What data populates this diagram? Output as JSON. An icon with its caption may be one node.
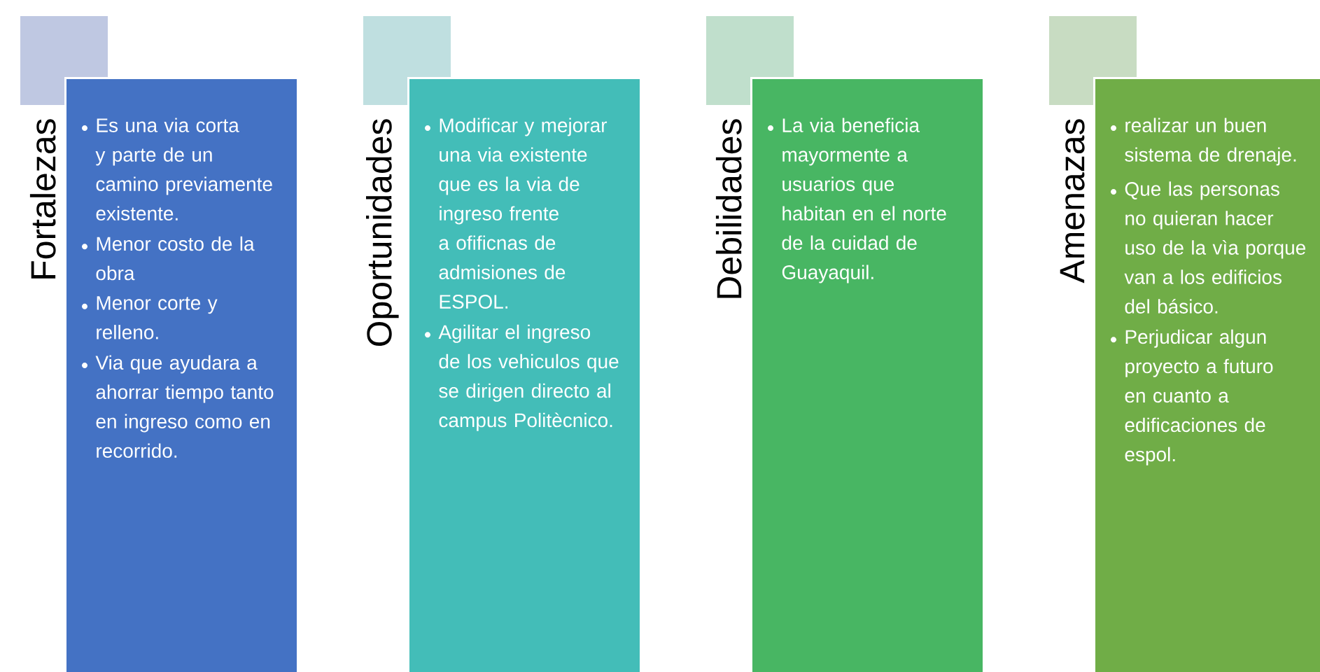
{
  "diagram": {
    "nodes": [
      {
        "text": [],
        "shape": "box"
      },
      {
        "text": [
          "Fortalezas",
          "Es una via corta y parte de un camino previamente existente.",
          "Menor costo de la obra",
          "Menor corte y relleno.",
          "Via que ayudara a ahorrar tiempo tanto en ingreso como en recorrido."
        ]
      },
      {
        "text": [],
        "shape": "box"
      },
      {
        "text": [
          "Oportunidades",
          "Modificar y mejorar una via existente que es la via de ingreso frente a ofificnas de admisiones de ESPOL.",
          "Agilitar el ingreso de los vehiculos que se dirigen directo al campus Politècnico."
        ]
      },
      {
        "text": [],
        "shape": "box"
      },
      {
        "text": [
          "Debilidades",
          "La via beneficia mayormente a usuarios que habitan en el norte de la cuidad de Guayaquil."
        ]
      },
      {
        "text": [],
        "shape": "box"
      },
      {
        "text": [
          "Amenazas",
          "realizar un buen sistema de drenaje.",
          "Que las personas no quieran hacer uso de la vìa porque van a los edificios del básico.",
          "Perjudicar algun proyecto a futuro en cuanto a edificaciones de espol."
        ]
      }
    ]
  }
}
